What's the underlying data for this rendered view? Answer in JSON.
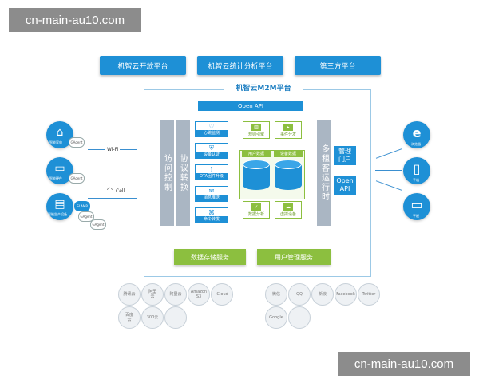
{
  "watermark": {
    "text": "cn-main-au10.com"
  },
  "top_platforms": [
    "机智云开放平台",
    "机智云统计分析平台",
    "第三方平台"
  ],
  "frame_title": "机智云M2M平台",
  "open_api_bar": "Open API",
  "left_bars": [
    "访问控制",
    "协议转换"
  ],
  "right_bar": "多租客运行时",
  "modules": [
    "心跳监测",
    "设备认证",
    "OTA固件升级",
    "消息推送",
    "命令转发"
  ],
  "right_modules": [
    {
      "label": "规则引擎",
      "icon": "▥"
    },
    {
      "label": "事件分发",
      "icon": "▸"
    },
    {
      "label": "数据分析",
      "icon": "✓"
    },
    {
      "label": "虚拟设备",
      "icon": "☁"
    }
  ],
  "datastores": [
    "用户数据",
    "设备数据"
  ],
  "right_boxes": [
    {
      "line1": "管理",
      "line2": "门户"
    },
    {
      "line1": "Open",
      "line2": "API"
    }
  ],
  "bottom_services": [
    "数据存储服务",
    "用户管理服务"
  ],
  "left_devices": [
    {
      "caption": "智能家电",
      "tag": "GAgent",
      "icon": "⌂"
    },
    {
      "caption": "智能硬件",
      "tag": "GAgent",
      "icon": "▭"
    },
    {
      "caption": "智能生产设备",
      "tag": "GAgent",
      "icon": "▤"
    }
  ],
  "left_extra_tag": "GAgent",
  "left_extra_chip": "SLAMP",
  "wifi_label": "Wi-Fi",
  "cell_label": "Cell",
  "right_devices": [
    {
      "caption": "浏览器",
      "icon": "e"
    },
    {
      "caption": "手机",
      "icon": "▯"
    },
    {
      "caption": "平板",
      "icon": "▭"
    }
  ],
  "service_circles_left": [
    [
      "腾讯云"
    ],
    [
      "阿里",
      "云"
    ],
    [
      "阿里云"
    ],
    [
      "Amazon",
      "S3"
    ],
    [
      "iCloud"
    ],
    [
      "百度",
      "云"
    ],
    [
      "300云"
    ],
    [
      "......"
    ]
  ],
  "service_circles_right": [
    [
      "微信"
    ],
    [
      "QQ"
    ],
    [
      "新浪"
    ],
    [
      "Facebook"
    ],
    [
      "Twitter"
    ],
    [
      "Google"
    ],
    [
      "......"
    ]
  ],
  "colors": {
    "blue": "#1e90d6",
    "green": "#8cbf3f",
    "gray": "#aab6c3",
    "frame": "#9cc9e6"
  }
}
